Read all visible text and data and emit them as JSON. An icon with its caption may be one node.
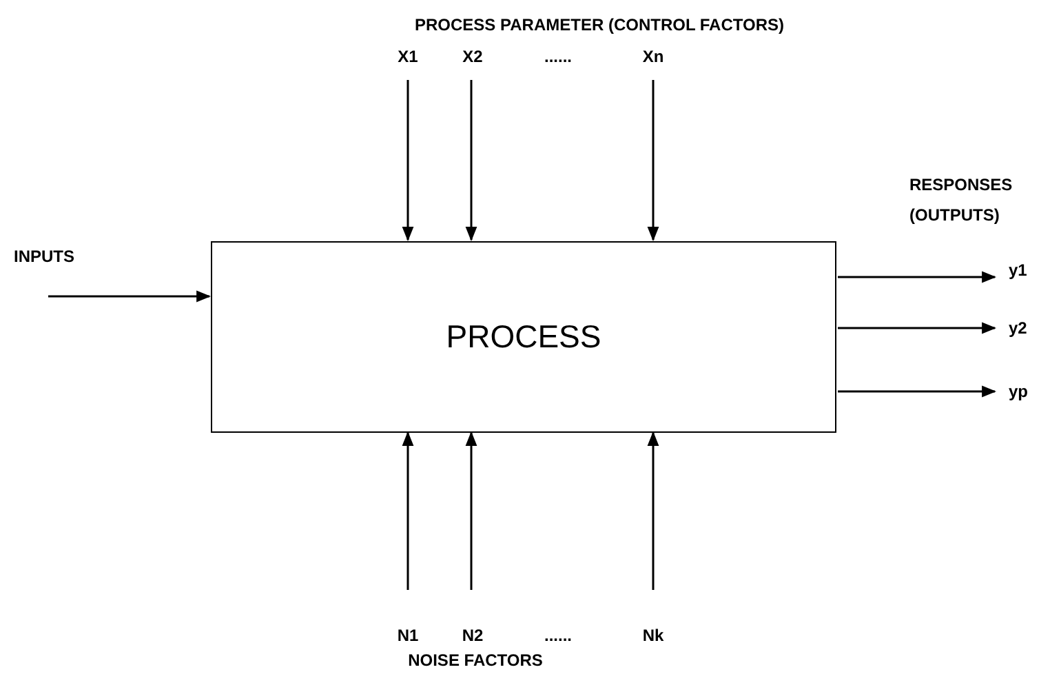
{
  "diagram": {
    "nodes": [
      {
        "text": [
          "X1"
        ]
      },
      {
        "text": [
          "X2"
        ]
      },
      {
        "text": [
          "Xn"
        ]
      },
      {
        "text": [
          "INPUTS"
        ]
      },
      {
        "text": [
          "PROCESS"
        ]
      },
      {
        "text": [
          "y1"
        ]
      },
      {
        "text": [
          "y2"
        ]
      },
      {
        "text": [
          "yp"
        ]
      },
      {
        "text": [
          "N1"
        ]
      },
      {
        "text": [
          "N2"
        ]
      },
      {
        "text": [
          "Nk"
        ]
      }
    ],
    "edges": [
      {
        "from": 0,
        "to": 4,
        "arrow": "to"
      },
      {
        "from": 1,
        "to": 4,
        "arrow": "to"
      },
      {
        "from": 2,
        "to": 4,
        "arrow": "to"
      },
      {
        "from": 3,
        "to": 4,
        "arrow": "to"
      },
      {
        "from": 4,
        "to": 5,
        "arrow": "to"
      },
      {
        "from": 4,
        "to": 6,
        "arrow": "to"
      },
      {
        "from": 4,
        "to": 7,
        "arrow": "to"
      },
      {
        "from": 8,
        "to": 4,
        "arrow": "to"
      },
      {
        "from": 9,
        "to": 4,
        "arrow": "to"
      },
      {
        "from": 10,
        "to": 4,
        "arrow": "to"
      }
    ],
    "labels": [
      "PROCESS PARAMETER (CONTROL FACTORS)",
      "......",
      "RESPONSES (OUTPUTS)",
      "......",
      "NOISE FACTORS"
    ]
  }
}
